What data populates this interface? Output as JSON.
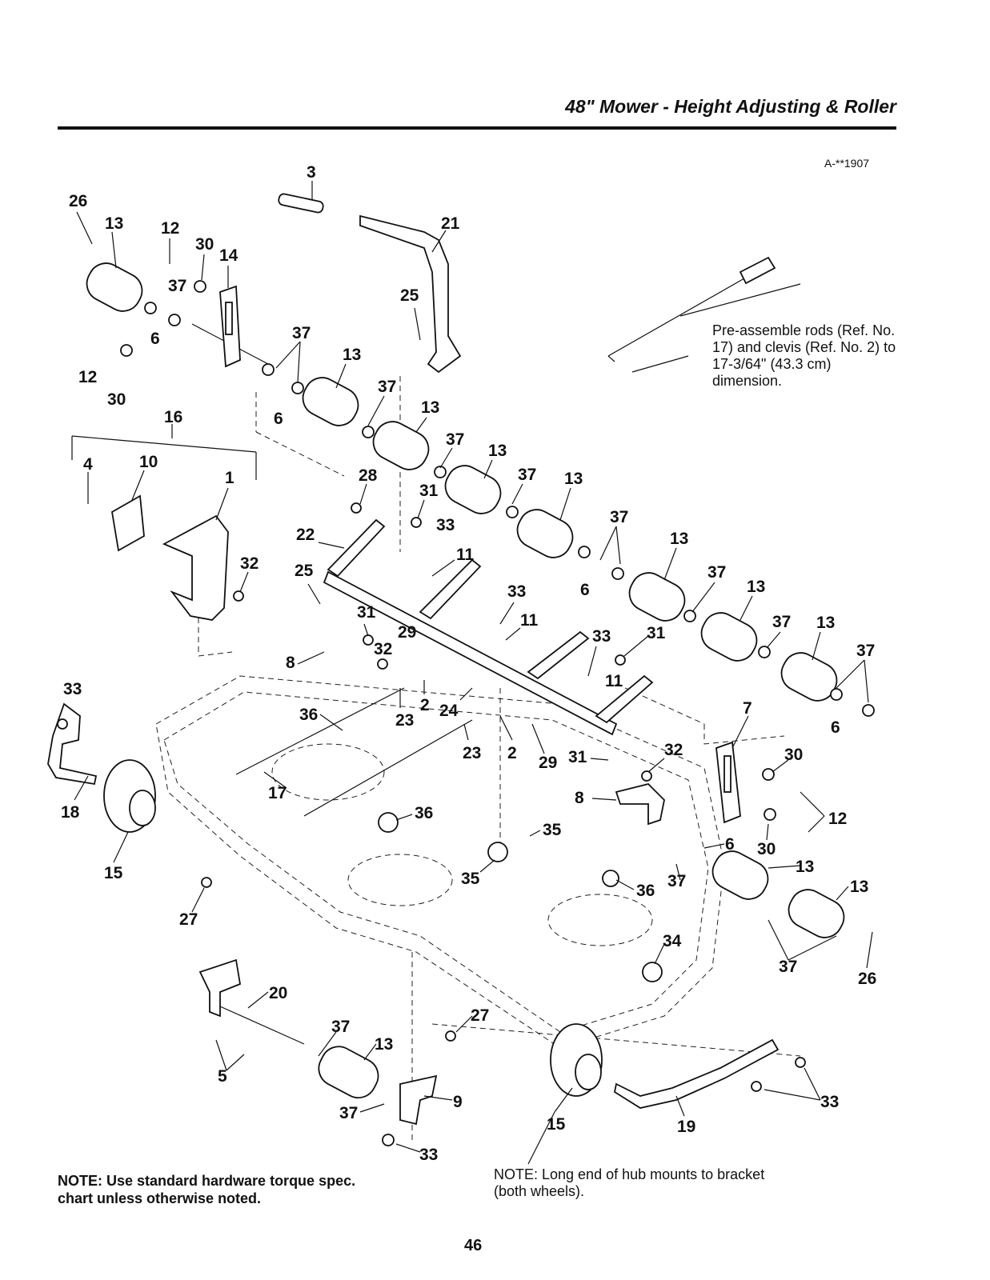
{
  "header": {
    "title": "48\" Mower - Height Adjusting & Roller",
    "ref_code": "A-**1907"
  },
  "notes": {
    "rods": "Pre-assemble rods (Ref. No. 17) and clevis (Ref. No. 2) to 17-3/64\" (43.3 cm) dimension.",
    "torque": "NOTE: Use standard hardware torque spec. chart unless otherwise noted.",
    "hub": "NOTE: Long end of hub mounts to bracket (both wheels)."
  },
  "page_number": "46",
  "callouts": [
    {
      "id": "c1",
      "text": "26"
    },
    {
      "id": "c2",
      "text": "13"
    },
    {
      "id": "c3",
      "text": "12"
    },
    {
      "id": "c4",
      "text": "30"
    },
    {
      "id": "c5",
      "text": "14"
    },
    {
      "id": "c6",
      "text": "37"
    },
    {
      "id": "c7",
      "text": "6"
    },
    {
      "id": "c8",
      "text": "12"
    },
    {
      "id": "c9",
      "text": "30"
    },
    {
      "id": "c10",
      "text": "3"
    },
    {
      "id": "c11",
      "text": "21"
    },
    {
      "id": "c12",
      "text": "25"
    },
    {
      "id": "c13",
      "text": "37"
    },
    {
      "id": "c14",
      "text": "13"
    },
    {
      "id": "c15",
      "text": "37"
    },
    {
      "id": "c16",
      "text": "6"
    },
    {
      "id": "c17",
      "text": "13"
    },
    {
      "id": "c18",
      "text": "37"
    },
    {
      "id": "c19",
      "text": "13"
    },
    {
      "id": "c20",
      "text": "37"
    },
    {
      "id": "c21",
      "text": "13"
    },
    {
      "id": "c22",
      "text": "37"
    },
    {
      "id": "c23",
      "text": "13"
    },
    {
      "id": "c24",
      "text": "37"
    },
    {
      "id": "c25",
      "text": "6"
    },
    {
      "id": "c26",
      "text": "13"
    },
    {
      "id": "c27",
      "text": "37"
    },
    {
      "id": "c28",
      "text": "13"
    },
    {
      "id": "c29",
      "text": "37"
    },
    {
      "id": "c30",
      "text": "13"
    },
    {
      "id": "c31",
      "text": "37"
    },
    {
      "id": "c32",
      "text": "6"
    },
    {
      "id": "c33",
      "text": "16"
    },
    {
      "id": "c34",
      "text": "4"
    },
    {
      "id": "c35",
      "text": "10"
    },
    {
      "id": "c36",
      "text": "1"
    },
    {
      "id": "c37",
      "text": "28"
    },
    {
      "id": "c38",
      "text": "31"
    },
    {
      "id": "c39",
      "text": "33"
    },
    {
      "id": "c40",
      "text": "22"
    },
    {
      "id": "c41",
      "text": "11"
    },
    {
      "id": "c42",
      "text": "32"
    },
    {
      "id": "c43",
      "text": "25"
    },
    {
      "id": "c44",
      "text": "33"
    },
    {
      "id": "c45",
      "text": "31"
    },
    {
      "id": "c46",
      "text": "11"
    },
    {
      "id": "c47",
      "text": "29"
    },
    {
      "id": "c48",
      "text": "32"
    },
    {
      "id": "c49",
      "text": "33"
    },
    {
      "id": "c50",
      "text": "31"
    },
    {
      "id": "c51",
      "text": "8"
    },
    {
      "id": "c52",
      "text": "11"
    },
    {
      "id": "c53",
      "text": "33"
    },
    {
      "id": "c54",
      "text": "36"
    },
    {
      "id": "c55",
      "text": "23"
    },
    {
      "id": "c56",
      "text": "2"
    },
    {
      "id": "c57",
      "text": "24"
    },
    {
      "id": "c58",
      "text": "7"
    },
    {
      "id": "c59",
      "text": "23"
    },
    {
      "id": "c60",
      "text": "2"
    },
    {
      "id": "c61",
      "text": "29"
    },
    {
      "id": "c62",
      "text": "31"
    },
    {
      "id": "c63",
      "text": "32"
    },
    {
      "id": "c64",
      "text": "30"
    },
    {
      "id": "c65",
      "text": "17"
    },
    {
      "id": "c66",
      "text": "18"
    },
    {
      "id": "c67",
      "text": "8"
    },
    {
      "id": "c68",
      "text": "12"
    },
    {
      "id": "c69",
      "text": "36"
    },
    {
      "id": "c70",
      "text": "35"
    },
    {
      "id": "c71",
      "text": "6"
    },
    {
      "id": "c72",
      "text": "30"
    },
    {
      "id": "c73",
      "text": "15"
    },
    {
      "id": "c74",
      "text": "35"
    },
    {
      "id": "c75",
      "text": "36"
    },
    {
      "id": "c76",
      "text": "37"
    },
    {
      "id": "c77",
      "text": "13"
    },
    {
      "id": "c78",
      "text": "13"
    },
    {
      "id": "c79",
      "text": "27"
    },
    {
      "id": "c80",
      "text": "34"
    },
    {
      "id": "c81",
      "text": "37"
    },
    {
      "id": "c82",
      "text": "26"
    },
    {
      "id": "c83",
      "text": "20"
    },
    {
      "id": "c84",
      "text": "27"
    },
    {
      "id": "c85",
      "text": "37"
    },
    {
      "id": "c86",
      "text": "13"
    },
    {
      "id": "c87",
      "text": "5"
    },
    {
      "id": "c88",
      "text": "9"
    },
    {
      "id": "c89",
      "text": "37"
    },
    {
      "id": "c90",
      "text": "33"
    },
    {
      "id": "c91",
      "text": "15"
    },
    {
      "id": "c92",
      "text": "19"
    },
    {
      "id": "c93",
      "text": "33"
    }
  ]
}
